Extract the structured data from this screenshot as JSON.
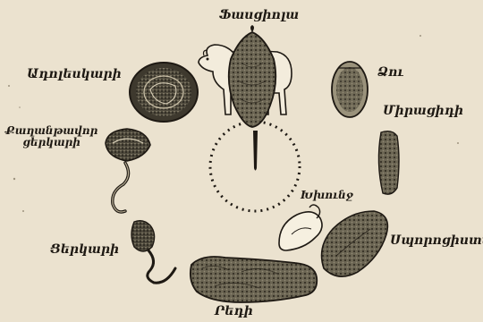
{
  "labels": {
    "fasciola": "Ֆասցիոլա",
    "adolescaria": "Ադոլեսկարի",
    "egg": "Ձու",
    "cyst_cercaria_line1": "Քաղանթավոր",
    "cyst_cercaria_line2": "ցերկարի",
    "miracidium": "Միրացիդի",
    "snail": "Խխունջ",
    "cercaria": "Ցերկարի",
    "sporocyst": "Սպորոցիստա",
    "redia": "Րեդի"
  },
  "colors": {
    "paper": "#ebe2cf",
    "ink": "#1e1913",
    "shade": "#5f5a4c",
    "light": "#b8ad94"
  }
}
